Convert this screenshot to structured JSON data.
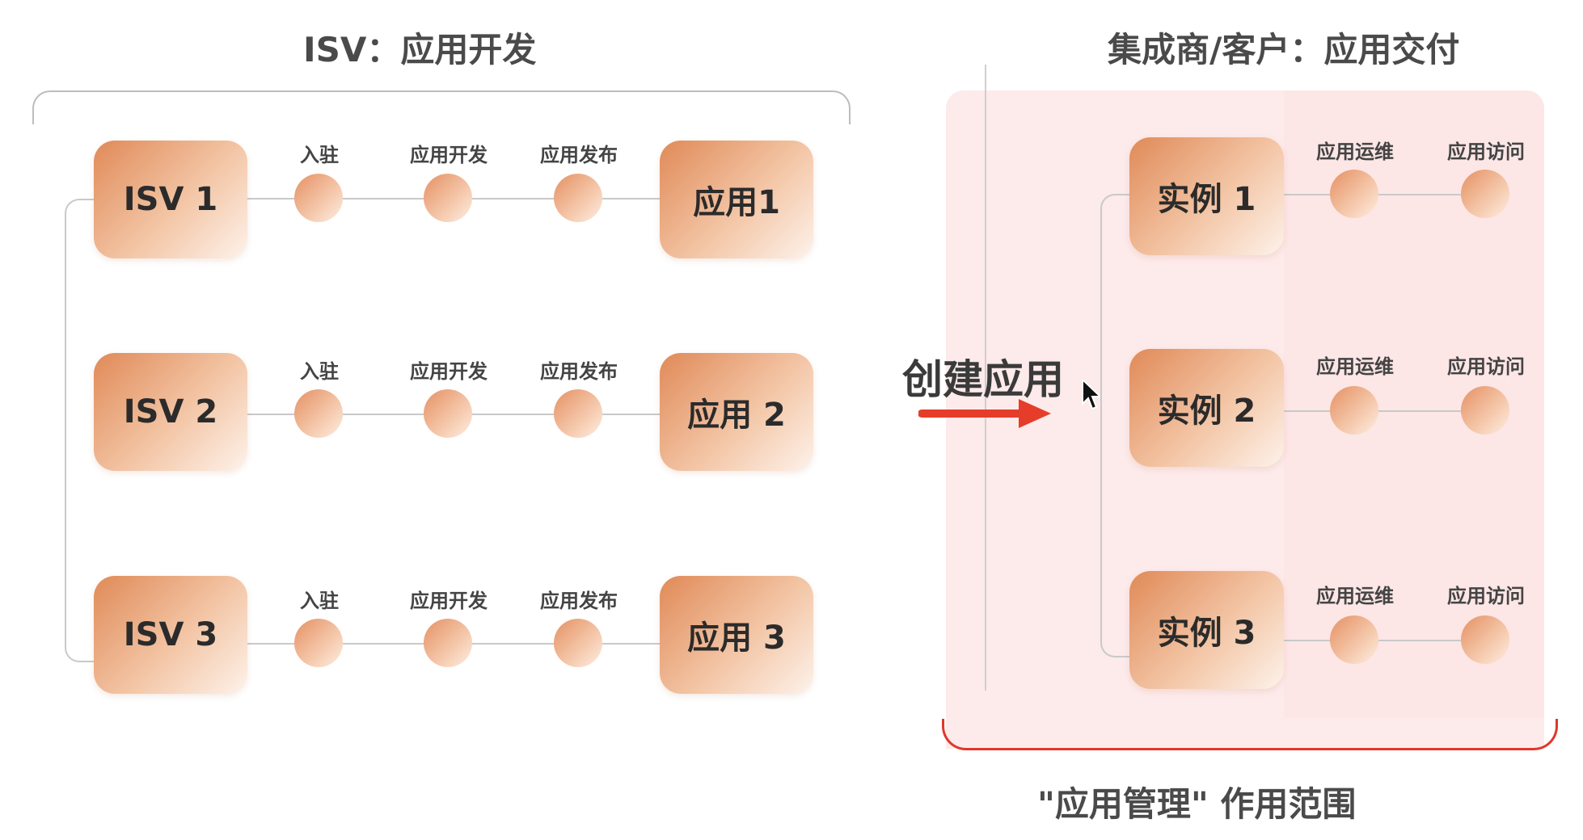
{
  "left": {
    "title": "ISV：应用开发",
    "rows": [
      {
        "source": "ISV 1",
        "steps": [
          "入驻",
          "应用开发",
          "应用发布"
        ],
        "target": "应用1"
      },
      {
        "source": "ISV 2",
        "steps": [
          "入驻",
          "应用开发",
          "应用发布"
        ],
        "target": "应用 2"
      },
      {
        "source": "ISV 3",
        "steps": [
          "入驻",
          "应用开发",
          "应用发布"
        ],
        "target": "应用 3"
      }
    ]
  },
  "arrow_label": "创建应用",
  "right": {
    "title": "集成商/客户：应用交付",
    "rows": [
      {
        "instance": "实例 1",
        "steps": [
          "应用运维",
          "应用访问"
        ]
      },
      {
        "instance": "实例 2",
        "steps": [
          "应用运维",
          "应用访问"
        ]
      },
      {
        "instance": "实例 3",
        "steps": [
          "应用运维",
          "应用访问"
        ]
      }
    ],
    "scope_label": "\"应用管理\" 作用范围"
  },
  "colors": {
    "accent": "#e53d2a",
    "node_start": "#e08a58",
    "node_end": "#fdf2ea",
    "scope_bg": "#fdeaea",
    "connector": "#c9c9c9"
  }
}
